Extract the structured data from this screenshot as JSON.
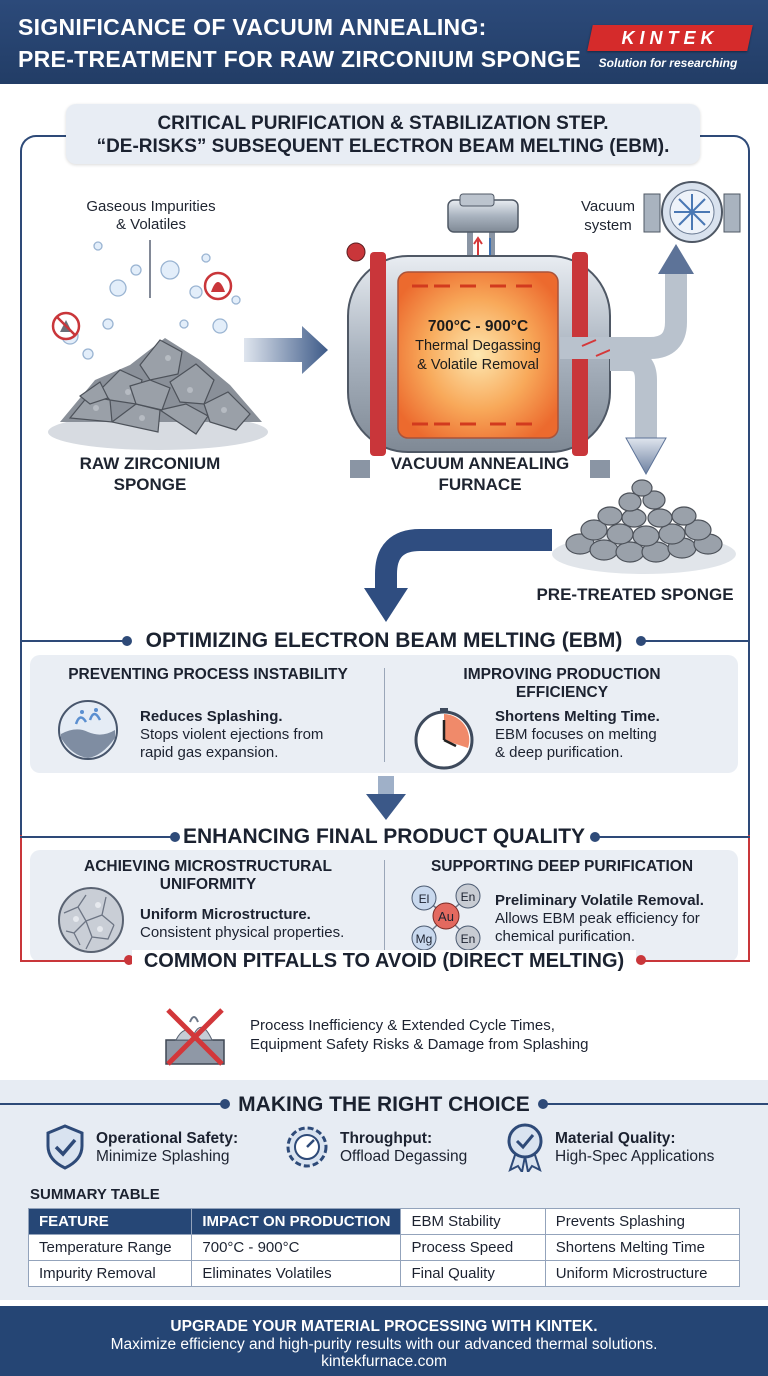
{
  "header": {
    "title_line1": "SIGNIFICANCE OF VACUUM ANNEALING:",
    "title_line2": "PRE-TREATMENT FOR RAW ZIRCONIUM SPONGE",
    "logo": "KINTEK",
    "logo_tagline": "Solution for researching"
  },
  "banner": {
    "line1": "CRITICAL PURIFICATION & STABILIZATION STEP.",
    "line2": "“DE-RISKS” SUBSEQUENT ELECTRON BEAM MELTING (EBM)."
  },
  "process": {
    "impurities_line1": "Gaseous Impurities",
    "impurities_line2": "& Volatiles",
    "raw_label_line1": "RAW ZIRCONIUM",
    "raw_label_line2": "SPONGE",
    "furnace_temp": "700°C - 900°C",
    "furnace_line1": "Thermal Degassing",
    "furnace_line2": "& Volatile Removal",
    "furnace_label_line1": "VACUUM ANNEALING",
    "furnace_label_line2": "FURNACE",
    "vacuum_line1": "Vacuum",
    "vacuum_line2": "system",
    "pretreated_label": "PRE-TREATED SPONGE"
  },
  "ebm": {
    "title": "OPTIMIZING ELECTRON BEAM MELTING (EBM)",
    "left": {
      "heading": "PREVENTING PROCESS INSTABILITY",
      "bold": "Reduces Splashing.",
      "text_line1": "Stops violent ejections from",
      "text_line2": "rapid gas expansion."
    },
    "right": {
      "heading_line1": "IMPROVING PRODUCTION",
      "heading_line2": "EFFICIENCY",
      "bold": "Shortens Melting Time.",
      "text_line1": "EBM focuses on melting",
      "text_line2": "& deep purification."
    }
  },
  "quality": {
    "title": "ENHANCING FINAL PRODUCT QUALITY",
    "left": {
      "heading_line1": "ACHIEVING MICROSTRUCTURAL",
      "heading_line2": "UNIFORMITY",
      "bold": "Uniform Microstructure.",
      "text": "Consistent physical properties."
    },
    "right": {
      "heading": "SUPPORTING DEEP PURIFICATION",
      "bold": "Preliminary Volatile Removal.",
      "text_line1": "Allows EBM peak efficiency for",
      "text_line2": "chemical purification.",
      "molecules": [
        "El",
        "En",
        "Au",
        "Mg",
        "En"
      ]
    }
  },
  "pitfalls": {
    "title": "COMMON PITFALLS TO AVOID (DIRECT MELTING)",
    "line1": "Process Inefficiency & Extended Cycle Times,",
    "line2": "Equipment Safety Risks & Damage from Splashing"
  },
  "choice": {
    "title": "MAKING THE RIGHT CHOICE",
    "items": [
      {
        "label": "Operational Safety:",
        "sub": "Minimize Splashing"
      },
      {
        "label": "Throughput:",
        "sub": "Offload Degassing"
      },
      {
        "label": "Material Quality:",
        "sub": "High-Spec Applications"
      }
    ]
  },
  "table": {
    "title": "SUMMARY TABLE",
    "header": [
      "FEATURE",
      "IMPACT ON PRODUCTION",
      "EBM Stability",
      "Prevents Splashing"
    ],
    "rows": [
      [
        "Temperature Range",
        "700°C - 900°C",
        "Process Speed",
        "Shortens Melting Time"
      ],
      [
        "Impurity Removal",
        "Eliminates Volatiles",
        "Final Quality",
        "Uniform Microstructure"
      ]
    ]
  },
  "footer": {
    "line1": "UPGRADE YOUR MATERIAL PROCESSING WITH KINTEK.",
    "line2": "Maximize efficiency and high-purity results with our advanced thermal solutions.",
    "line3": "kintekfurnace.com"
  },
  "colors": {
    "navy": "#223d66",
    "accent_red": "#d52b2b",
    "panel": "#eaeef4",
    "furnace_glow": "#f5803a"
  }
}
